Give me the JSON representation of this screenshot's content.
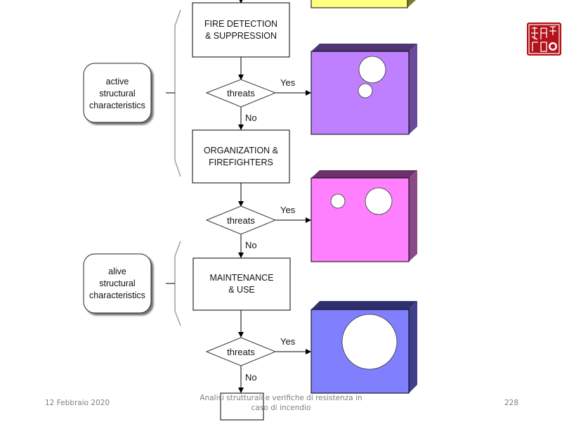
{
  "slide": {
    "footer": {
      "date": "12 Febbraio 2020",
      "title_line1": "Analisi strutturali e verifiche di resistenza in",
      "title_line2": "caso di incendio",
      "page_number": "228"
    },
    "logo": {
      "icon": "red-seal-stamp-icon",
      "color": "#b3121a"
    }
  },
  "diagram": {
    "categories": [
      {
        "lines": [
          "active",
          "structural",
          "characteristics"
        ]
      },
      {
        "lines": [
          "alive",
          "structural",
          "characteristics"
        ]
      }
    ],
    "process_steps": [
      {
        "lines": [
          "FIRE DETECTION",
          "& SUPPRESSION"
        ]
      },
      {
        "lines": [
          "ORGANIZATION &",
          "FIREFIGHTERS"
        ]
      },
      {
        "lines": [
          "MAINTENANCE",
          "& USE"
        ]
      }
    ],
    "decisions": [
      {
        "label": "threats",
        "yes_label": "Yes",
        "no_label": "No"
      },
      {
        "label": "threats",
        "yes_label": "Yes",
        "no_label": "No"
      },
      {
        "label": "threats",
        "yes_label": "Yes",
        "no_label": "No"
      }
    ],
    "damage_blocks": [
      {
        "color": "#ffff80",
        "side_color": "#7a7a30",
        "top_color": "#9a9a40"
      },
      {
        "color": "#bf80ff",
        "side_color": "#6a4a99",
        "top_color": "#4f3572"
      },
      {
        "color": "#ff80ff",
        "side_color": "#8a4a8a",
        "top_color": "#6a3268"
      },
      {
        "color": "#8080ff",
        "side_color": "#40408a",
        "top_color": "#303070"
      }
    ]
  }
}
